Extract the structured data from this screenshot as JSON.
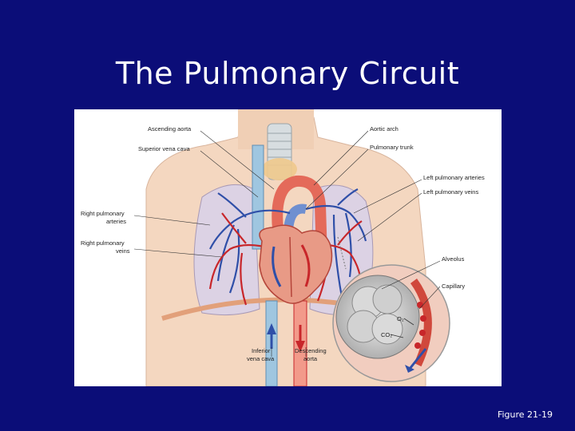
{
  "slide": {
    "title": "The Pulmonary Circuit",
    "caption": "Figure 21-19"
  },
  "diagram": {
    "labels": {
      "ascending_aorta": "Ascending aorta",
      "superior_vena_cava": "Superior vena cava",
      "aortic_arch": "Aortic arch",
      "pulmonary_trunk": "Pulmonary trunk",
      "left_pulmonary_arteries": "Left pulmonary arteries",
      "left_pulmonary_veins": "Left pulmonary veins",
      "right_pulmonary_arteries_1": "Right pulmonary",
      "right_pulmonary_arteries_2": "arteries",
      "right_pulmonary_veins_1": "Right pulmonary",
      "right_pulmonary_veins_2": "veins",
      "alveolus": "Alveolus",
      "capillary": "Capillary",
      "o2": "O₂",
      "co2": "CO₂",
      "inferior_vena_cava_1": "Inferior",
      "inferior_vena_cava_2": "vena cava",
      "descending_aorta_1": "Descending",
      "descending_aorta_2": "aorta"
    },
    "colors": {
      "oxygenated": "#c8262a",
      "deoxygenated": "#2f4fa8",
      "skin": "#f3d6bf",
      "lung": "#d9cfe0",
      "background": "#0b0d78"
    }
  }
}
